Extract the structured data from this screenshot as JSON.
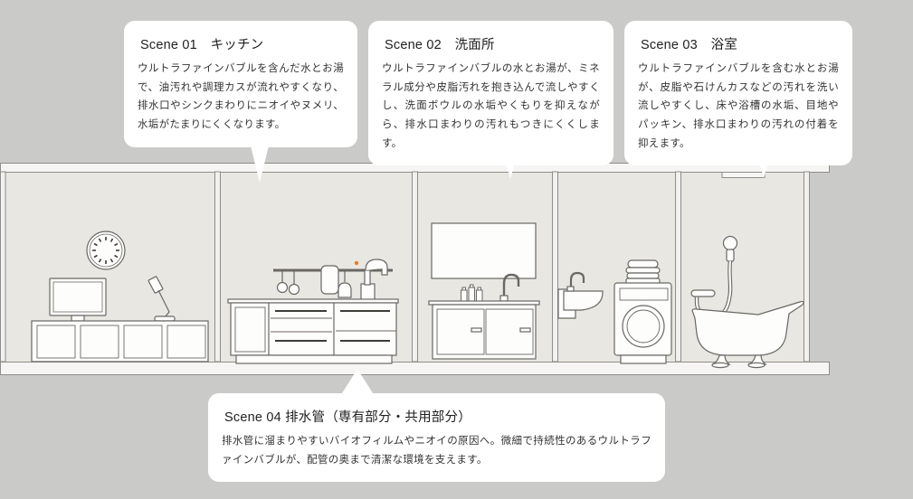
{
  "scenes": [
    {
      "id": "scene-01",
      "title": "Scene 01　キッチン",
      "body": "ウルトラファインバブルを含んだ水とお湯で、油汚れや調理カスが流れやすくなり、排水口やシンクまわりにニオイやヌメリ、水垢がたまりにくくなります。"
    },
    {
      "id": "scene-02",
      "title": "Scene 02　洗面所",
      "body": "ウルトラファインバブルの水とお湯が、ミネラル成分や皮脂汚れを抱き込んで流しやすくし、洗面ボウルの水垢やくもりを抑えながら、排水口まわりの汚れもつきにくくします。"
    },
    {
      "id": "scene-03",
      "title": "Scene 03　浴室",
      "body": "ウルトラファインバブルを含む水とお湯が、皮脂や石けんカスなどの汚れを洗い流しやすくし、床や浴槽の水垢、目地やパッキン、排水口まわりの汚れの付着を抑えます。"
    },
    {
      "id": "scene-04",
      "title": "Scene 04 排水管（専有部分・共用部分）",
      "body": "排水管に溜まりやすいバイオフィルムやニオイの原因へ。微細で持続性のあるウルトラファインバブルが、配管の奥まで清潔な環境を支えます。"
    }
  ],
  "illustration": {
    "background_color": "#cacac8",
    "room_color": "#e9e7e1",
    "structure_color": "#f6f5f3",
    "line_color": "#6a6864",
    "furniture_fill_color": "#fdfdfc",
    "accent_dot_color": "#e0812b",
    "bubble_color": "#ffffff",
    "text_color": "#333333",
    "items": [
      "wall-clock",
      "tv",
      "tv-cabinet",
      "desk-lamp",
      "kitchen-rail",
      "hanging-ladles",
      "kitchen-towel",
      "hanging-scoop",
      "kitchen-faucet",
      "kitchen-counter",
      "mirror",
      "toiletry-bottles",
      "vanity-faucet",
      "vanity-cabinet",
      "wall-sink",
      "laundry-faucet",
      "washing-machine",
      "towel-stack",
      "clawfoot-bathtub",
      "hand-shower",
      "shower-bracket"
    ]
  }
}
